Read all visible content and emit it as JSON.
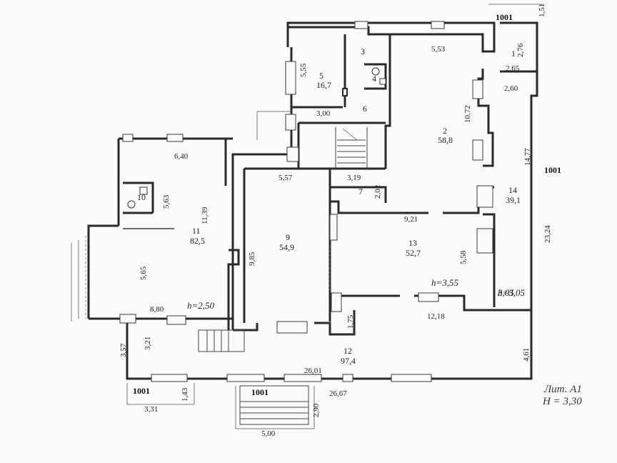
{
  "rooms": [
    {
      "num": "1"
    },
    {
      "num": "2",
      "area": "58,8"
    },
    {
      "num": "3"
    },
    {
      "num": "4"
    },
    {
      "num": "5",
      "area": "16,7"
    },
    {
      "num": "6"
    },
    {
      "num": "7"
    },
    {
      "num": "9",
      "area": "54,9"
    },
    {
      "num": "10"
    },
    {
      "num": "11",
      "area": "82,5"
    },
    {
      "num": "12",
      "area": "97,4"
    },
    {
      "num": "13",
      "area": "52,7"
    },
    {
      "num": "14",
      "area": "39,1"
    }
  ],
  "dimensions": [
    "5,53",
    "2,76",
    "2,65",
    "1,51",
    "5,55",
    "3,00",
    "10,72",
    "2,60",
    "14,77",
    "6,40",
    "5,63",
    "11,39",
    "5,57",
    "3,19",
    "2,02",
    "9,21",
    "9,85",
    "5,58",
    "23,24",
    "5,65",
    "8,80",
    "12,18",
    "1,75",
    "3,21",
    "3,57",
    "4,61",
    "26,01",
    "26,67",
    "1,43",
    "3,31",
    "2,90",
    "5,00",
    "3,05"
  ],
  "heights": [
    "h=2,50",
    "h=3,55",
    "h=3,05"
  ],
  "doors": [
    "1001",
    "1001",
    "1001",
    "1001"
  ],
  "lit": {
    "line1": "Лит. А1",
    "line2": "Н = 3,30"
  }
}
